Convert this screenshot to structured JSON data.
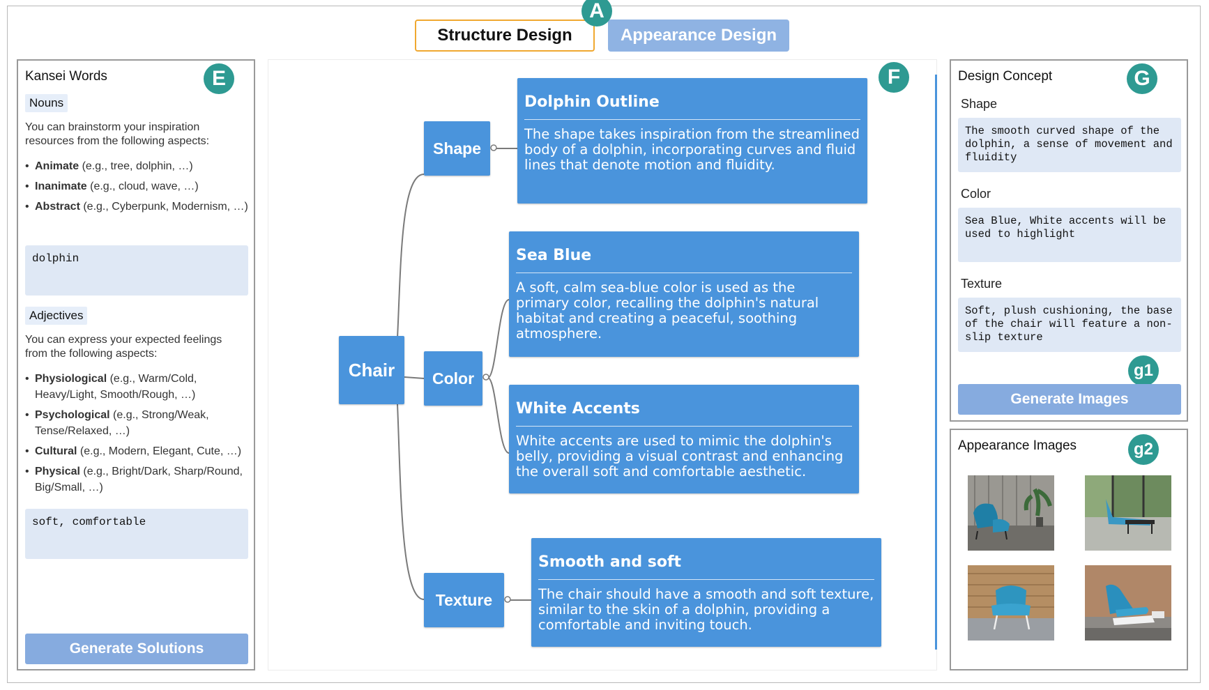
{
  "badges": {
    "a": "A",
    "e": "E",
    "f": "F",
    "g": "G",
    "g1": "g1",
    "g2": "g2"
  },
  "tabs": {
    "structure": "Structure Design",
    "appearance": "Appearance Design"
  },
  "kansei": {
    "title": "Kansei Words",
    "nouns": {
      "tag": "Nouns",
      "hint": "You can brainstorm your inspiration resources from the following aspects:",
      "items": [
        {
          "term": "Animate",
          "example": " (e.g., tree, dolphin, …)"
        },
        {
          "term": "Inanimate",
          "example": " (e.g., cloud, wave, …)"
        },
        {
          "term": "Abstract",
          "example": " (e.g., Cyberpunk, Modernism, …)"
        }
      ],
      "value": "dolphin"
    },
    "adjectives": {
      "tag": "Adjectives",
      "hint": "You can express your expected feelings from the following aspects:",
      "items": [
        {
          "term": "Physiological",
          "example": " (e.g., Warm/Cold, Heavy/Light, Smooth/Rough, …)"
        },
        {
          "term": "Psychological",
          "example": " (e.g., Strong/Weak, Tense/Relaxed, …)"
        },
        {
          "term": "Cultural",
          "example": " (e.g., Modern, Elegant, Cute, …)"
        },
        {
          "term": "Physical",
          "example": " (e.g., Bright/Dark, Sharp/Round, Big/Small, …)"
        }
      ],
      "value": "soft, comfortable"
    },
    "button": "Generate Solutions"
  },
  "mindmap": {
    "root": "Chair",
    "branches": {
      "shape": "Shape",
      "color": "Color",
      "texture": "Texture"
    },
    "cards": {
      "dolphin_outline": {
        "title": "Dolphin Outline",
        "body": "The shape takes inspiration from the streamlined body of a dolphin, incorporating curves and fluid lines that denote motion and fluidity."
      },
      "sea_blue": {
        "title": "Sea Blue",
        "body": "A soft, calm sea-blue color is used as the primary color, recalling the dolphin's natural habitat and creating a peaceful, soothing atmosphere."
      },
      "white_accents": {
        "title": "White Accents",
        "body": "White accents are used to mimic the dolphin's belly, providing a visual contrast and enhancing the overall soft and comfortable aesthetic."
      },
      "smooth_soft": {
        "title": "Smooth and soft",
        "body": "The chair should have a smooth and soft texture, similar to the skin of a dolphin, providing a comfortable and inviting touch."
      }
    }
  },
  "concept": {
    "title": "Design Concept",
    "shape_label": "Shape",
    "shape_text": "The smooth curved shape of the dolphin, a sense of movement and fluidity",
    "color_label": "Color",
    "color_text": "Sea Blue, White accents will be used to highlight",
    "texture_label": "Texture",
    "texture_text": "Soft, plush cushioning, the base of the chair will feature a non-slip texture",
    "button": "Generate Images"
  },
  "appearance_images": {
    "title": "Appearance Images"
  },
  "colors": {
    "accent": "#4a94dc",
    "badge": "#2e9a92",
    "button": "#86abdf",
    "active_tab_border": "#f0a830"
  }
}
